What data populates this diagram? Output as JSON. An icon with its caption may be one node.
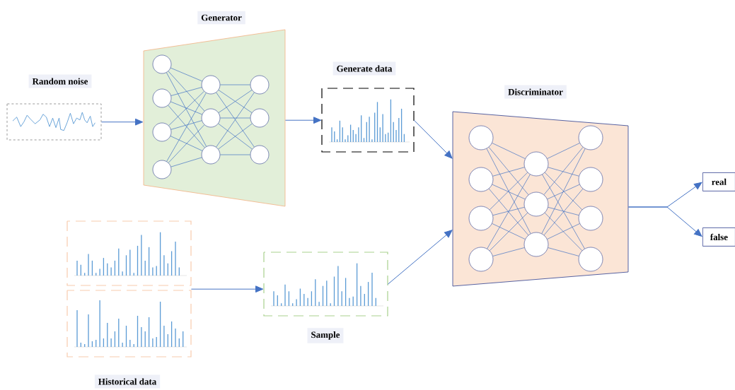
{
  "diagram": {
    "nodes": [
      {
        "text": [
          "Random noise"
        ]
      },
      {
        "text": [
          "Generator"
        ]
      },
      {
        "text": [],
        "shape": "circle",
        "in": 1
      },
      {
        "text": [],
        "shape": "circle",
        "in": 1
      },
      {
        "text": [],
        "shape": "circle",
        "in": 1
      },
      {
        "text": [],
        "shape": "circle",
        "in": 1
      },
      {
        "text": [],
        "shape": "circle",
        "in": 1
      },
      {
        "text": [],
        "shape": "circle",
        "in": 1
      },
      {
        "text": [],
        "shape": "circle",
        "in": 1
      },
      {
        "text": [],
        "shape": "circle",
        "in": 1
      },
      {
        "text": [],
        "shape": "circle",
        "in": 1
      },
      {
        "text": [],
        "shape": "circle",
        "in": 1
      },
      {
        "text": [
          "Generate data"
        ]
      },
      {
        "text": [
          "Discriminator"
        ]
      },
      {
        "text": [],
        "shape": "circle",
        "in": 13
      },
      {
        "text": [],
        "shape": "circle",
        "in": 13
      },
      {
        "text": [],
        "shape": "circle",
        "in": 13
      },
      {
        "text": [],
        "shape": "circle",
        "in": 13
      },
      {
        "text": [],
        "shape": "circle",
        "in": 13
      },
      {
        "text": [],
        "shape": "circle",
        "in": 13
      },
      {
        "text": [],
        "shape": "circle",
        "in": 13
      },
      {
        "text": [],
        "shape": "circle",
        "in": 13
      },
      {
        "text": [],
        "shape": "circle",
        "in": 13
      },
      {
        "text": [],
        "shape": "circle",
        "in": 13
      },
      {
        "text": [],
        "shape": "circle",
        "in": 13
      },
      {
        "text": [
          "real"
        ]
      },
      {
        "text": [
          "false"
        ]
      },
      {
        "text": [
          "Historical data"
        ]
      },
      {
        "text": [
          "Sample"
        ]
      }
    ],
    "edges": [
      {
        "from": 0,
        "to": 1,
        "arrow": "to"
      },
      {
        "from": 1,
        "to": 12,
        "arrow": "to"
      },
      {
        "from": 12,
        "to": 13,
        "arrow": "to"
      },
      {
        "from": 27,
        "to": 28,
        "arrow": "to"
      },
      {
        "from": 28,
        "to": 13,
        "arrow": "to"
      },
      {
        "from": 13,
        "to": 25,
        "arrow": "to"
      },
      {
        "from": 13,
        "to": 26,
        "arrow": "to"
      },
      {
        "from": 2,
        "to": 6,
        "arrow": "none"
      },
      {
        "from": 2,
        "to": 7,
        "arrow": "none"
      },
      {
        "from": 2,
        "to": 8,
        "arrow": "none"
      },
      {
        "from": 3,
        "to": 6,
        "arrow": "none"
      },
      {
        "from": 3,
        "to": 7,
        "arrow": "none"
      },
      {
        "from": 3,
        "to": 8,
        "arrow": "none"
      },
      {
        "from": 4,
        "to": 6,
        "arrow": "none"
      },
      {
        "from": 4,
        "to": 7,
        "arrow": "none"
      },
      {
        "from": 4,
        "to": 8,
        "arrow": "none"
      },
      {
        "from": 5,
        "to": 6,
        "arrow": "none"
      },
      {
        "from": 5,
        "to": 7,
        "arrow": "none"
      },
      {
        "from": 5,
        "to": 8,
        "arrow": "none"
      },
      {
        "from": 6,
        "to": 9,
        "arrow": "none"
      },
      {
        "from": 6,
        "to": 10,
        "arrow": "none"
      },
      {
        "from": 6,
        "to": 11,
        "arrow": "none"
      },
      {
        "from": 7,
        "to": 9,
        "arrow": "none"
      },
      {
        "from": 7,
        "to": 10,
        "arrow": "none"
      },
      {
        "from": 7,
        "to": 11,
        "arrow": "none"
      },
      {
        "from": 8,
        "to": 9,
        "arrow": "none"
      },
      {
        "from": 8,
        "to": 10,
        "arrow": "none"
      },
      {
        "from": 8,
        "to": 11,
        "arrow": "none"
      },
      {
        "from": 14,
        "to": 18,
        "arrow": "none"
      },
      {
        "from": 14,
        "to": 19,
        "arrow": "none"
      },
      {
        "from": 14,
        "to": 20,
        "arrow": "none"
      },
      {
        "from": 15,
        "to": 18,
        "arrow": "none"
      },
      {
        "from": 15,
        "to": 19,
        "arrow": "none"
      },
      {
        "from": 15,
        "to": 20,
        "arrow": "none"
      },
      {
        "from": 16,
        "to": 18,
        "arrow": "none"
      },
      {
        "from": 16,
        "to": 19,
        "arrow": "none"
      },
      {
        "from": 16,
        "to": 20,
        "arrow": "none"
      },
      {
        "from": 17,
        "to": 18,
        "arrow": "none"
      },
      {
        "from": 17,
        "to": 19,
        "arrow": "none"
      },
      {
        "from": 17,
        "to": 20,
        "arrow": "none"
      },
      {
        "from": 18,
        "to": 21,
        "arrow": "none"
      },
      {
        "from": 18,
        "to": 22,
        "arrow": "none"
      },
      {
        "from": 18,
        "to": 23,
        "arrow": "none"
      },
      {
        "from": 18,
        "to": 24,
        "arrow": "none"
      },
      {
        "from": 19,
        "to": 21,
        "arrow": "none"
      },
      {
        "from": 19,
        "to": 22,
        "arrow": "none"
      },
      {
        "from": 19,
        "to": 23,
        "arrow": "none"
      },
      {
        "from": 19,
        "to": 24,
        "arrow": "none"
      },
      {
        "from": 20,
        "to": 21,
        "arrow": "none"
      },
      {
        "from": 20,
        "to": 22,
        "arrow": "none"
      },
      {
        "from": 20,
        "to": 23,
        "arrow": "none"
      },
      {
        "from": 20,
        "to": 24,
        "arrow": "none"
      }
    ]
  }
}
